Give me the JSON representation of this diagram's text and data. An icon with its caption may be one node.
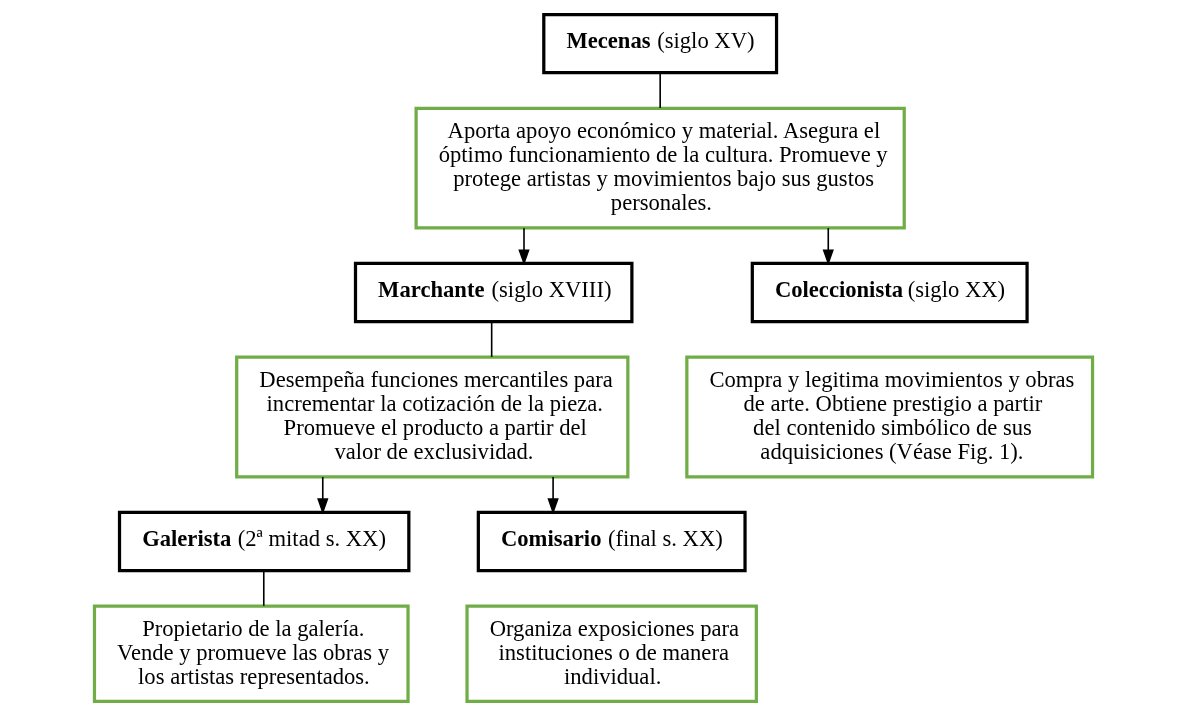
{
  "diagram": {
    "nodes": [
      {
        "text": [
          "**Mecenas** (siglo XV)"
        ]
      },
      {
        "text": [
          "Aporta apoyo económico y material. Asegura el óptimo funcionamiento de la cultura. Promueve y protege artistas y movimientos bajo sus gustos personales."
        ]
      },
      {
        "text": [
          "**Marchante** (siglo XVIII)"
        ]
      },
      {
        "text": [
          "Desempeña funciones mercantiles para incrementar la cotización de la pieza. Promueve el producto a partir del valor de exclusividad."
        ]
      },
      {
        "text": [
          "**Coleccionista** (siglo XX)"
        ]
      },
      {
        "text": [
          "Compra y legitima movimientos y obras de arte. Obtiene prestigio a partir del contenido simbólico de sus adquisiciones (Véase Fig. 1)."
        ]
      },
      {
        "text": [
          "**Galerista** (2ª mitad s. XX)"
        ]
      },
      {
        "text": [
          "Propietario de la galería. Vende y promueve las obras y los artistas representados."
        ]
      },
      {
        "text": [
          "**Comisario** (final s. XX)"
        ]
      },
      {
        "text": [
          "Organiza exposiciones para instituciones o de manera individual."
        ]
      }
    ],
    "edges": [
      {
        "from": 0,
        "to": 1,
        "arrow": "none"
      },
      {
        "from": 1,
        "to": 2,
        "arrow": "to"
      },
      {
        "from": 1,
        "to": 4,
        "arrow": "to"
      },
      {
        "from": 2,
        "to": 3,
        "arrow": "none"
      },
      {
        "from": 3,
        "to": 6,
        "arrow": "to"
      },
      {
        "from": 3,
        "to": 8,
        "arrow": "to"
      },
      {
        "from": 6,
        "to": 7,
        "arrow": "none"
      }
    ]
  }
}
